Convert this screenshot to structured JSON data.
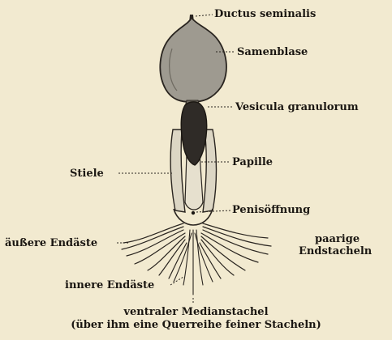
{
  "labels": {
    "ductus": "Ductus seminalis",
    "samenblase": "Samenblase",
    "vesicula": "Vesicula granulorum",
    "papille": "Papille",
    "stiele": "Stiele",
    "penis": "Penisöffnung",
    "aeussere": "äußere Endäste",
    "paarige_line1": "paarige",
    "paarige_line2": "Endstacheln",
    "innere": "innere Endäste"
  },
  "caption": {
    "line1": "ventraler Medianstachel",
    "line2": "(über ihm eine Querreihe feiner Stacheln)"
  },
  "colors": {
    "background": "#f2ead0",
    "ink": "#1b1712",
    "vesicle_fill": "#9e9a90",
    "granulorum_fill": "#2f2b27",
    "stalk_fill": "#dcd6c4"
  }
}
